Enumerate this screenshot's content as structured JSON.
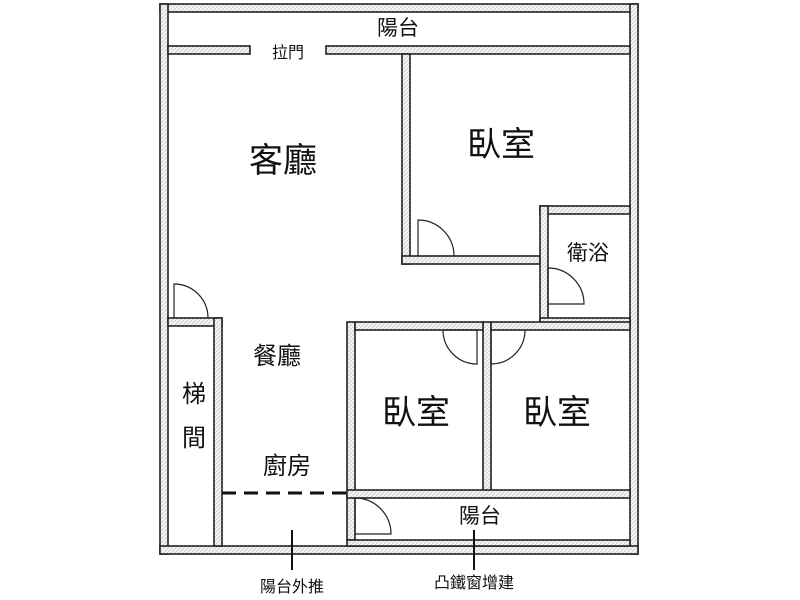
{
  "floorplan": {
    "balcony_top": "陽台",
    "sliding_door": "拉門",
    "living_room": "客廳",
    "bedroom_top": "臥室",
    "bathroom": "衛浴",
    "dining_room": "餐廳",
    "stairwell": "梯間",
    "bedroom_mid": "臥室",
    "bedroom_right": "臥室",
    "kitchen": "廚房",
    "balcony_bottom": "陽台",
    "balcony_extension_note": "陽台外推",
    "bay_window_note": "凸鐵窗增建"
  },
  "colors": {
    "wall": "#f2f2f2",
    "line": "#222222"
  }
}
